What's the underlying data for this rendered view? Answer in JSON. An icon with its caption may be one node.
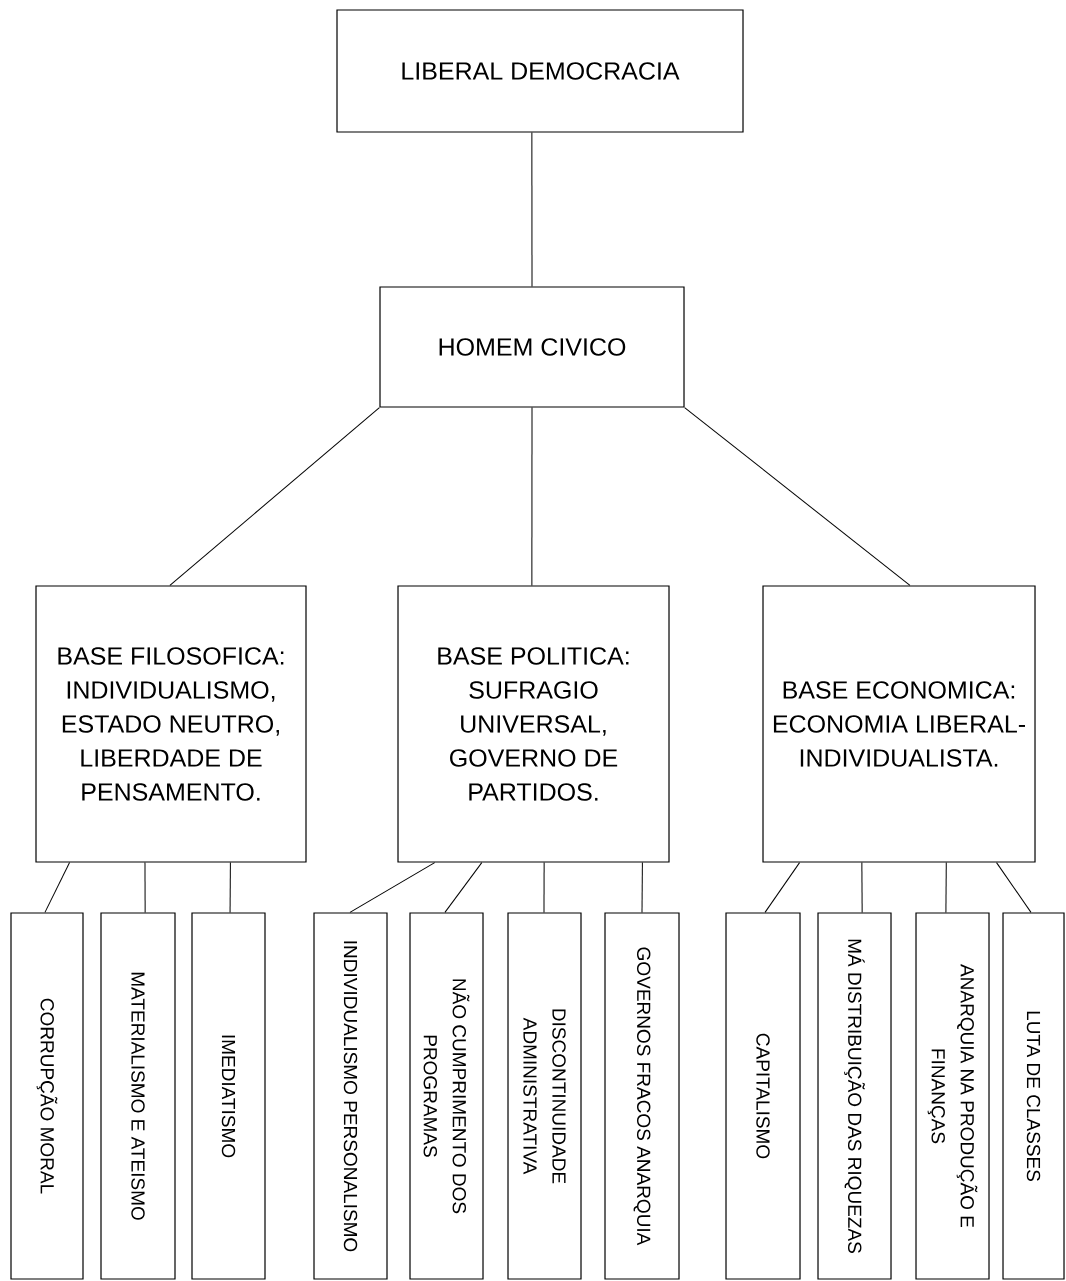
{
  "diagram": {
    "nodes": [
      {
        "text": [
          "LIBERAL DEMOCRACIA"
        ]
      },
      {
        "text": [
          "HOMEM CIVICO"
        ]
      },
      {
        "text": [
          "BASE FILOSOFICA: INDIVIDUALISMO, ESTADO NEUTRO, LIBERDADE DE PENSAMENTO."
        ]
      },
      {
        "text": [
          "BASE POLITICA: SUFRAGIO UNIVERSAL, GOVERNO DE PARTIDOS."
        ]
      },
      {
        "text": [
          "BASE ECONOMICA: ECONOMIA LIBERAL-INDIVIDUALISTA."
        ]
      },
      {
        "text": [
          "CORRUPÇÃO MORAL"
        ]
      },
      {
        "text": [
          "MATERIALISMO E ATEISMO"
        ]
      },
      {
        "text": [
          "IMEDIATISMO"
        ]
      },
      {
        "text": [
          "INDIVIDUALISMO PERSONALISMO"
        ]
      },
      {
        "text": [
          "NÃO CUMPRIMENTO DOS PROGRAMAS"
        ]
      },
      {
        "text": [
          "DISCONTINUIDADE ADMINISTRATIVA"
        ]
      },
      {
        "text": [
          "GOVERNOS FRACOS ANARQUIA"
        ]
      },
      {
        "text": [
          "CAPITALISMO"
        ]
      },
      {
        "text": [
          "MÁ DISTRIBUIÇÃO DAS RIQUEZAS"
        ]
      },
      {
        "text": [
          "ANARQUIA NA PRODUÇÃO E FINANÇAS"
        ]
      },
      {
        "text": [
          "LUTA DE CLASSES"
        ]
      }
    ],
    "edges": [
      {
        "from": 0,
        "to": 1,
        "arrow": "none"
      },
      {
        "from": 1,
        "to": 2,
        "arrow": "none"
      },
      {
        "from": 1,
        "to": 3,
        "arrow": "none"
      },
      {
        "from": 1,
        "to": 4,
        "arrow": "none"
      },
      {
        "from": 2,
        "to": 5,
        "arrow": "none"
      },
      {
        "from": 2,
        "to": 6,
        "arrow": "none"
      },
      {
        "from": 2,
        "to": 7,
        "arrow": "none"
      },
      {
        "from": 3,
        "to": 8,
        "arrow": "none"
      },
      {
        "from": 3,
        "to": 9,
        "arrow": "none"
      },
      {
        "from": 3,
        "to": 10,
        "arrow": "none"
      },
      {
        "from": 3,
        "to": 11,
        "arrow": "none"
      },
      {
        "from": 4,
        "to": 12,
        "arrow": "none"
      },
      {
        "from": 4,
        "to": 13,
        "arrow": "none"
      },
      {
        "from": 4,
        "to": 14,
        "arrow": "none"
      },
      {
        "from": 4,
        "to": 15,
        "arrow": "none"
      }
    ]
  }
}
